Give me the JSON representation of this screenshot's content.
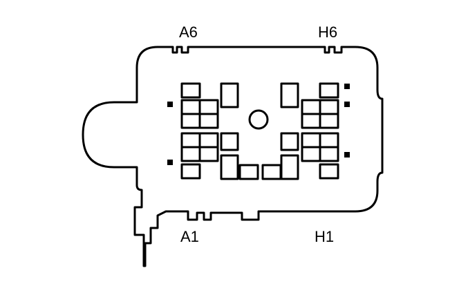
{
  "labels": {
    "a6": "A6",
    "h6": "H6",
    "a1": "A1",
    "h1": "H1"
  },
  "colors": {
    "stroke": "#000000",
    "background": "#ffffff"
  }
}
